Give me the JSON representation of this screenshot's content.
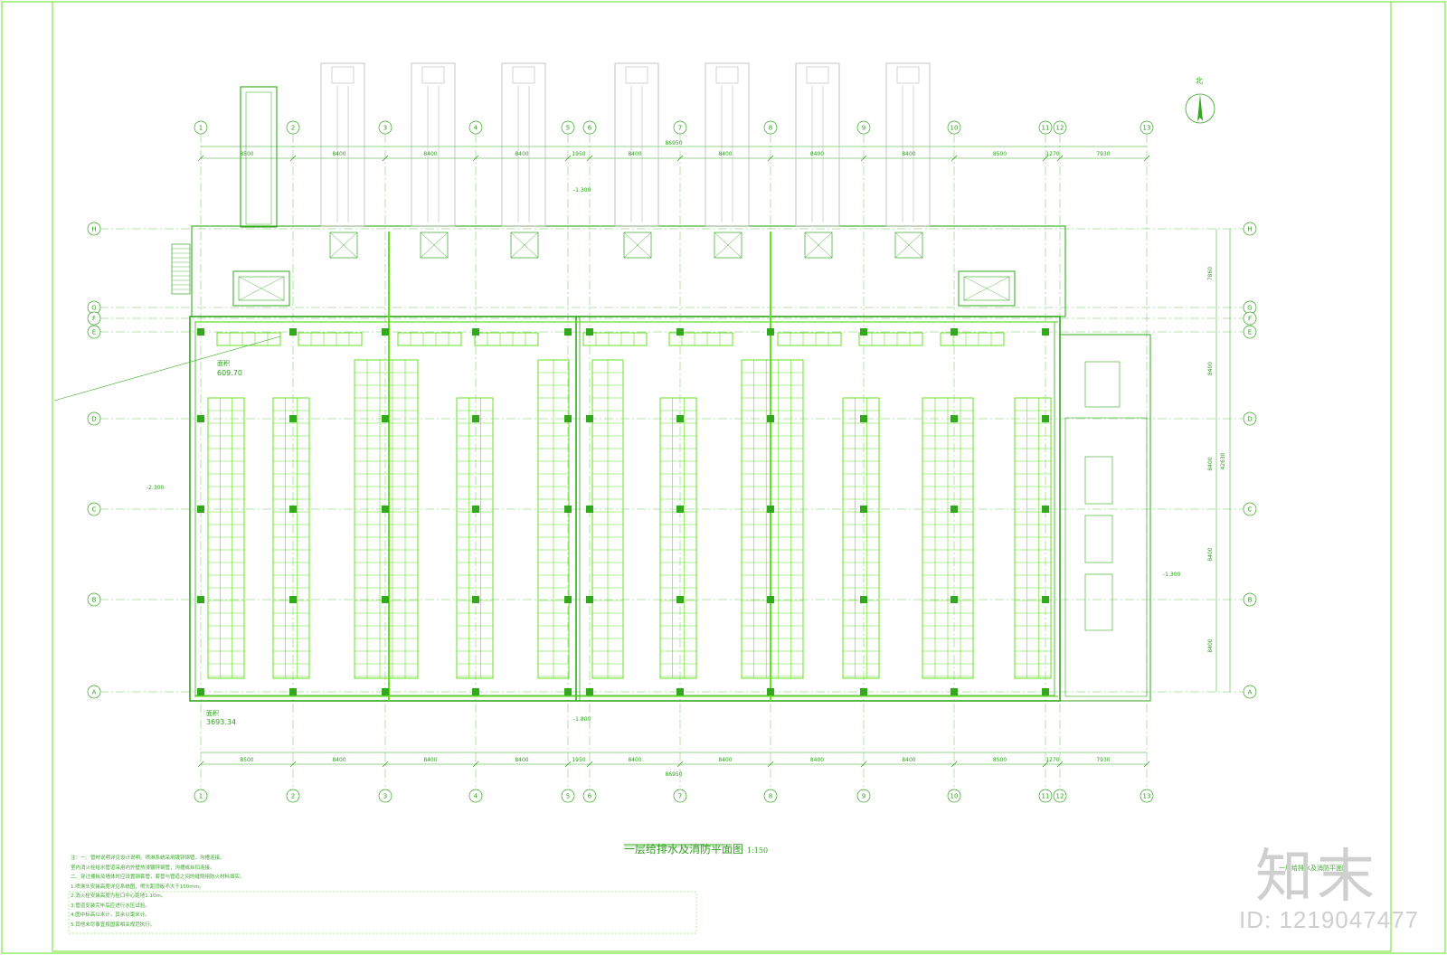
{
  "drawing": {
    "title": "一层给排水及消防平面图",
    "scale": "1:150",
    "total_width_dim": "86950",
    "total_height_dim": "42630",
    "dims_top": [
      "8500",
      "8400",
      "8400",
      "8400",
      "1950",
      "8400",
      "8400",
      "8400",
      "8400",
      "8500",
      "1270",
      "7930"
    ],
    "dims_right": [
      "7860",
      "8400",
      "8400",
      "8400",
      "8400"
    ],
    "axes_x": [
      "1",
      "2",
      "3",
      "4",
      "5",
      "6",
      "7",
      "8",
      "9",
      "10",
      "11",
      "12",
      "13"
    ],
    "axes_y": [
      "H",
      "G",
      "F",
      "E",
      "D",
      "C",
      "B",
      "A"
    ],
    "area_label_1": "面积",
    "area_value_1": "609.70",
    "area_label_2": "面积",
    "area_value_2": "3693.34",
    "level_1": "-1.300",
    "level_2": "-2.300",
    "level_3": "-1.800",
    "level_4": "-1.300",
    "north": "北",
    "small_title": "一层给排水及消防平面图"
  },
  "notes": [
    "注：一、管材说明详见设计说明。喷淋系统采用镀锌钢管，沟槽连接。",
    "室内消火栓给水管道采用内外壁热浸镀锌钢管，沟槽或丝扣连接。",
    "二、穿过楼板及墙体时应设置钢套管，套管与管道之间的缝隙用防火材料填实。",
    "1.喷淋头安装高度详见系统图，喷头距顶板不大于150mm。",
    "2.消火栓安装高度为栓口中心距地1.10m。",
    "3.管道安装完毕后应进行水压试验。",
    "4.图中标高以米计，其余以毫米计。",
    "5.其他未尽事宜按国家相关规范执行。"
  ],
  "watermark": {
    "brand": "知末",
    "id": "ID: 1219047477"
  },
  "colors": {
    "line": "#33a81e",
    "bright": "#66e022",
    "grey": "#b8b8b8"
  }
}
